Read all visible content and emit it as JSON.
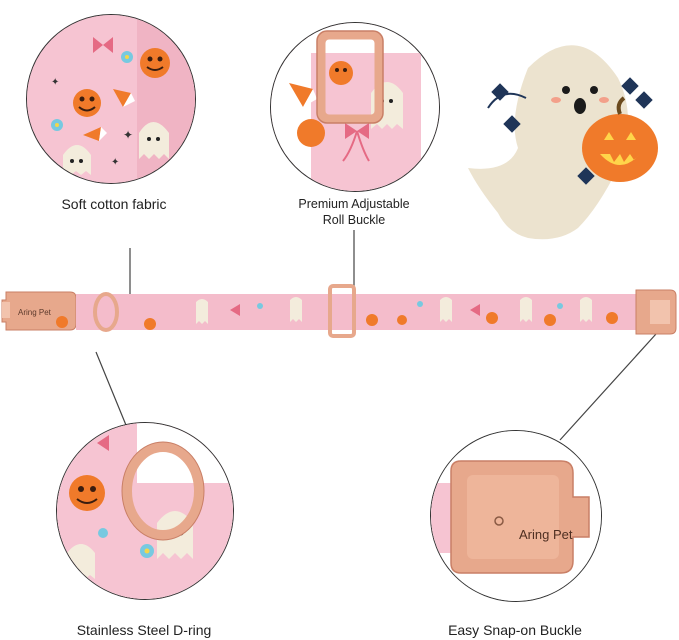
{
  "captions": {
    "soft_cotton": "Soft cotton fabric",
    "roll_buckle_line1": "Premium Adjustable",
    "roll_buckle_line2": "Roll Buckle",
    "d_ring": "Stainless Steel D-ring",
    "snap_buckle": "Easy Snap-on Buckle"
  },
  "brand": {
    "collar_engraving": "Aring Pet",
    "buckle_engraving": "Aring Pet"
  },
  "colors": {
    "fabric_pink": "#f4bccb",
    "rose_gold": "#e7a88c",
    "rose_gold_dark": "#c97f66",
    "pumpkin_orange": "#f07a2a",
    "ghost_beige": "#ece3cf",
    "vine_navy": "#1f3558"
  },
  "icons": [
    "pumpkin-icon",
    "ghost-icon",
    "candy-corn-icon",
    "bow-icon",
    "flower-icon",
    "star-icon"
  ]
}
